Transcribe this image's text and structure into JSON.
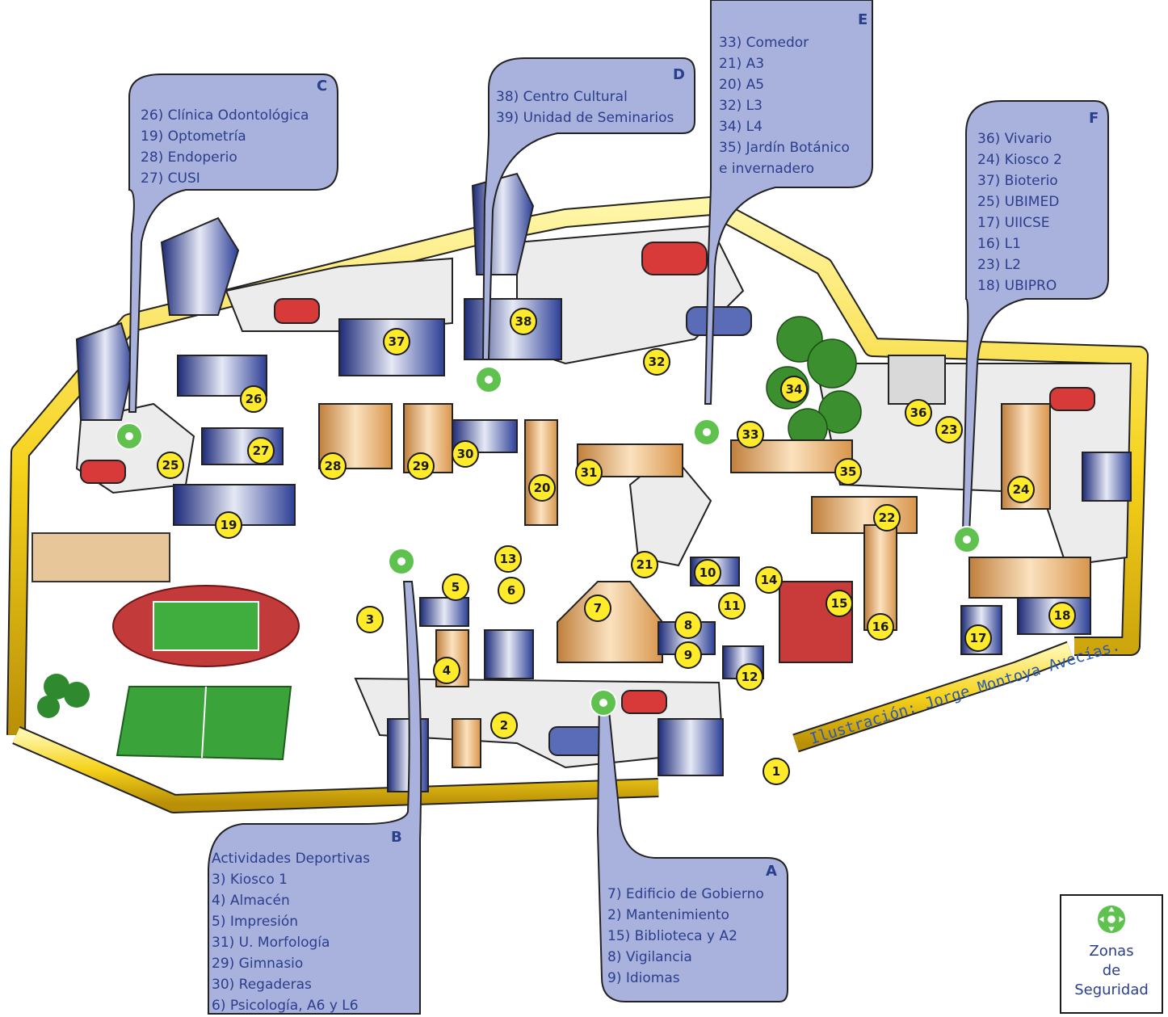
{
  "callouts": {
    "A": {
      "letter": "A",
      "items": [
        "7) Edificio de Gobierno",
        "2) Mantenimiento",
        "15) Biblioteca y A2",
        "8) Vigilancia",
        "9) Idiomas"
      ]
    },
    "B": {
      "letter": "B",
      "items": [
        "Actividades Deportivas",
        "3) Kiosco 1",
        "4) Almacén",
        "5) Impresión",
        "31) U. Morfología",
        "29) Gimnasio",
        "30) Regaderas",
        "6) Psicología, A6 y L6"
      ]
    },
    "C": {
      "letter": "C",
      "items": [
        "26) Clínica Odontológica",
        "19) Optometría",
        "28) Endoperio",
        "27) CUSI"
      ]
    },
    "D": {
      "letter": "D",
      "items": [
        "38) Centro Cultural",
        "39) Unidad de Seminarios"
      ]
    },
    "E": {
      "letter": "E",
      "items": [
        "33) Comedor",
        "21) A3",
        "20) A5",
        "32) L3",
        "34) L4",
        "35) Jardín Botánico",
        "e invernadero"
      ]
    },
    "F": {
      "letter": "F",
      "items": [
        "36) Vivario",
        "24) Kiosco 2",
        "37) Bioterio",
        "25) UBIMED",
        "17) UIICSE",
        "16) L1",
        "23) L2",
        "18) UBIPRO"
      ]
    }
  },
  "markers": [
    "1",
    "2",
    "3",
    "4",
    "5",
    "6",
    "7",
    "8",
    "9",
    "10",
    "11",
    "12",
    "13",
    "14",
    "15",
    "16",
    "17",
    "18",
    "19",
    "20",
    "21",
    "22",
    "23",
    "24",
    "25",
    "26",
    "27",
    "28",
    "29",
    "30",
    "31",
    "32",
    "33",
    "34",
    "35",
    "36",
    "37",
    "38"
  ],
  "credit": "Ilustración: Jorge Montoya Avecías.",
  "legend": {
    "line1": "Zonas",
    "line2": "de",
    "line3": "Seguridad"
  },
  "colors": {
    "callout_fill": "#a9b1dd",
    "text": "#2a3e8c",
    "marker": "#ffeb2a",
    "wall": "#f6d21a",
    "safety": "#5fc24f",
    "building_blue": "#2d3f96",
    "building_tan": "#e8b070"
  }
}
